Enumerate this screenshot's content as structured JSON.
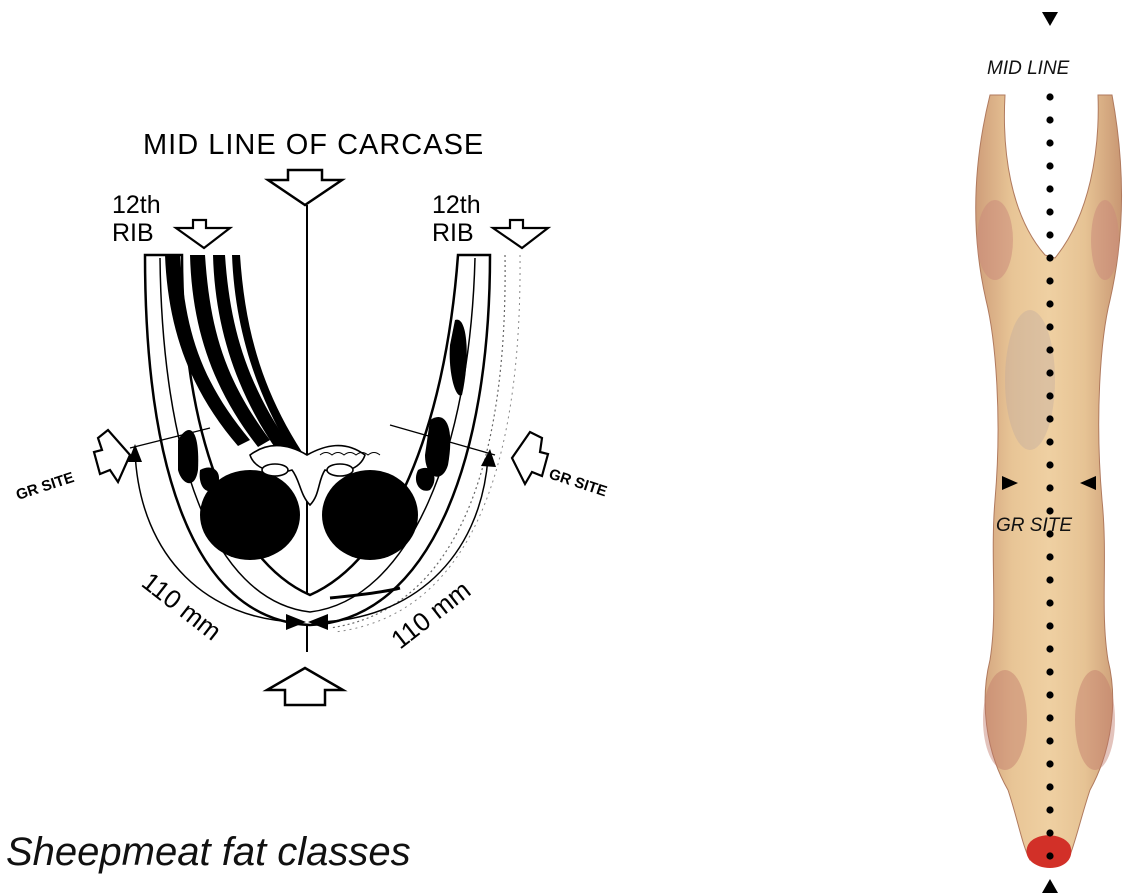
{
  "diagram": {
    "title": "MID LINE OF CARCASE",
    "rib_left": {
      "line1": "12th",
      "line2": "RIB"
    },
    "rib_right": {
      "line1": "12th",
      "line2": "RIB"
    },
    "gr_site_left": "GR SITE",
    "gr_site_right": "GR SITE",
    "measure_left": "110 mm",
    "measure_right": "110 mm"
  },
  "carcase_photo": {
    "mid_line_label": "MID LINE",
    "gr_site_label": "GR SITE"
  },
  "caption": "Sheepmeat fat classes"
}
